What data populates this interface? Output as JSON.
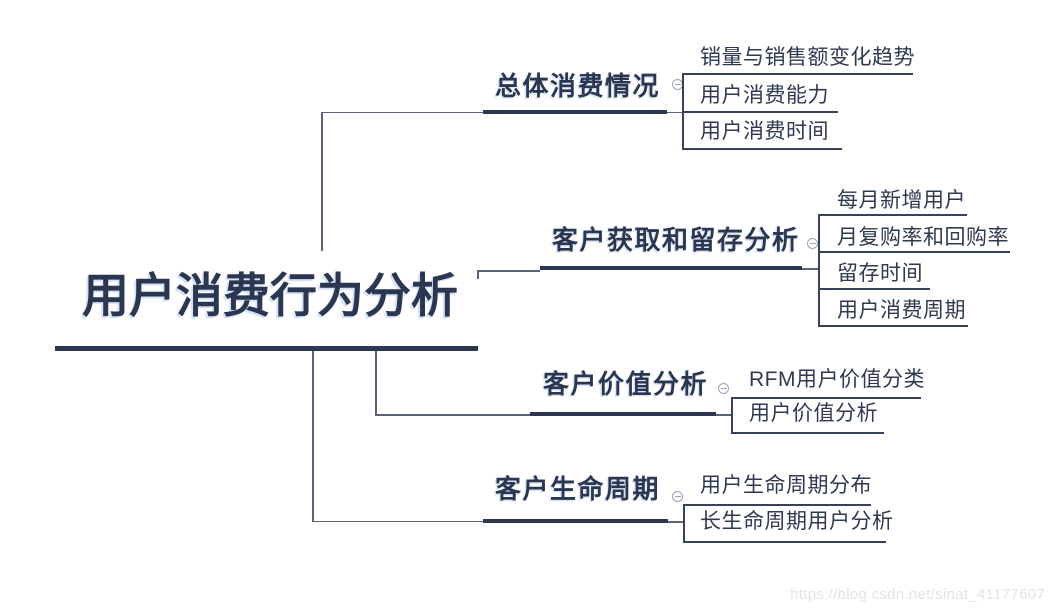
{
  "root": {
    "label": "用户消费行为分析"
  },
  "branches": [
    {
      "label": "总体消费情况",
      "children": [
        "销量与销售额变化趋势",
        "用户消费能力",
        "用户消费时间"
      ]
    },
    {
      "label": "客户获取和留存分析",
      "children": [
        "每月新增用户",
        "月复购率和回购率",
        "留存时间",
        "用户消费周期"
      ]
    },
    {
      "label": "客户价值分析",
      "children": [
        "RFM用户价值分类",
        "用户价值分析"
      ]
    },
    {
      "label": "客户生命周期",
      "children": [
        "用户生命周期分布",
        "长生命周期用户分析"
      ]
    }
  ],
  "icons": {
    "collapse": "minus-circle"
  },
  "colors": {
    "ink": "#2b3750",
    "child_line": "#36425b",
    "connector": "#5a6478",
    "icon": "#98a1b4",
    "watermark": "#e4e4e6"
  },
  "watermark": "https://blog.csdn.net/sinat_41177607"
}
